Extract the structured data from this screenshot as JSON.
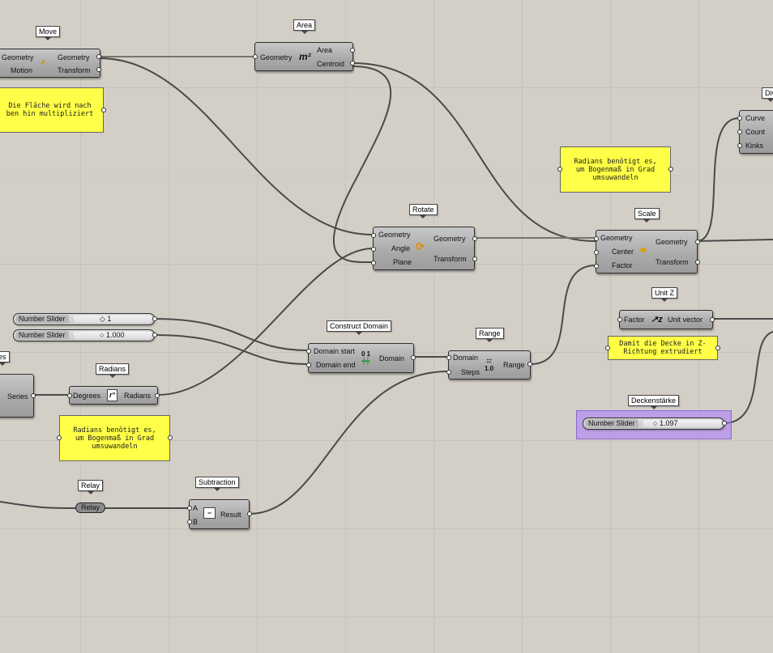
{
  "components": {
    "move": {
      "tag": "Move",
      "in": [
        "Geometry",
        "Motion"
      ],
      "out": [
        "Geometry",
        "Transform"
      ]
    },
    "area": {
      "tag": "Area",
      "in": [
        "Geometry"
      ],
      "out": [
        "Area",
        "Centroid"
      ]
    },
    "rotate": {
      "tag": "Rotate",
      "in": [
        "Geometry",
        "Angle",
        "Plane"
      ],
      "out": [
        "Geometry",
        "Transform"
      ]
    },
    "scale": {
      "tag": "Scale",
      "in": [
        "Geometry",
        "Center",
        "Factor"
      ],
      "out": [
        "Geometry",
        "Transform"
      ]
    },
    "divide": {
      "tag": "Div",
      "in": [
        "Curve",
        "Count",
        "Kinks"
      ]
    },
    "unitz": {
      "tag": "Unit Z",
      "in": [
        "Factor"
      ],
      "out": [
        "Unit vector"
      ]
    },
    "construct_domain": {
      "tag": "Construct Domain",
      "in": [
        "Domain start",
        "Domain end"
      ],
      "out": [
        "Domain"
      ]
    },
    "range": {
      "tag": "Range",
      "in": [
        "Domain",
        "Steps"
      ],
      "out": [
        "Range"
      ]
    },
    "radians": {
      "tag": "Radians",
      "in": [
        "Degrees"
      ],
      "out": [
        "Radians"
      ]
    },
    "series": {
      "tag": "es",
      "out": [
        "Series"
      ]
    },
    "subtraction": {
      "tag": "Subtraction",
      "in": [
        "A",
        "B"
      ],
      "out": [
        "Result"
      ]
    },
    "relay": {
      "tag": "Relay",
      "label": "Relay"
    }
  },
  "sliders": {
    "s1": {
      "name": "Number Slider",
      "value": "1"
    },
    "s2": {
      "name": "Number Slider",
      "value": "1.000"
    },
    "deckenstaerke": {
      "tag": "Deckenstärke",
      "name": "Number Slider",
      "value": "1.097"
    }
  },
  "notes": {
    "n1": "Die Fläche wird nach\nben hin multipliziert",
    "n2": "Radians benötigt es,\num Bogenmaß in Grad\numsuwandeln",
    "n3": "Damit die Decke in Z-\nRichtung extrudiert",
    "n4": "Radians benötigt es,\num Bogenmaß in Grad\numsuwandeln"
  },
  "icons": {
    "move": "move-arrow-icon",
    "area": "area-m2-icon",
    "rotate": "rotate-icon",
    "scale": "scale-icon",
    "unitz": "unit-z-vector-icon",
    "construct_domain": "domain-icon",
    "range": "range-icon",
    "radians": "radians-icon",
    "subtraction": "minus-icon"
  },
  "colors": {
    "canvas": "#d3cfc7",
    "note": "#ffff47",
    "group": "#aa78ff",
    "wire": "#505050"
  },
  "icon_glyphs": {
    "area": "m²",
    "radians": "r°",
    "subtraction": "−"
  }
}
